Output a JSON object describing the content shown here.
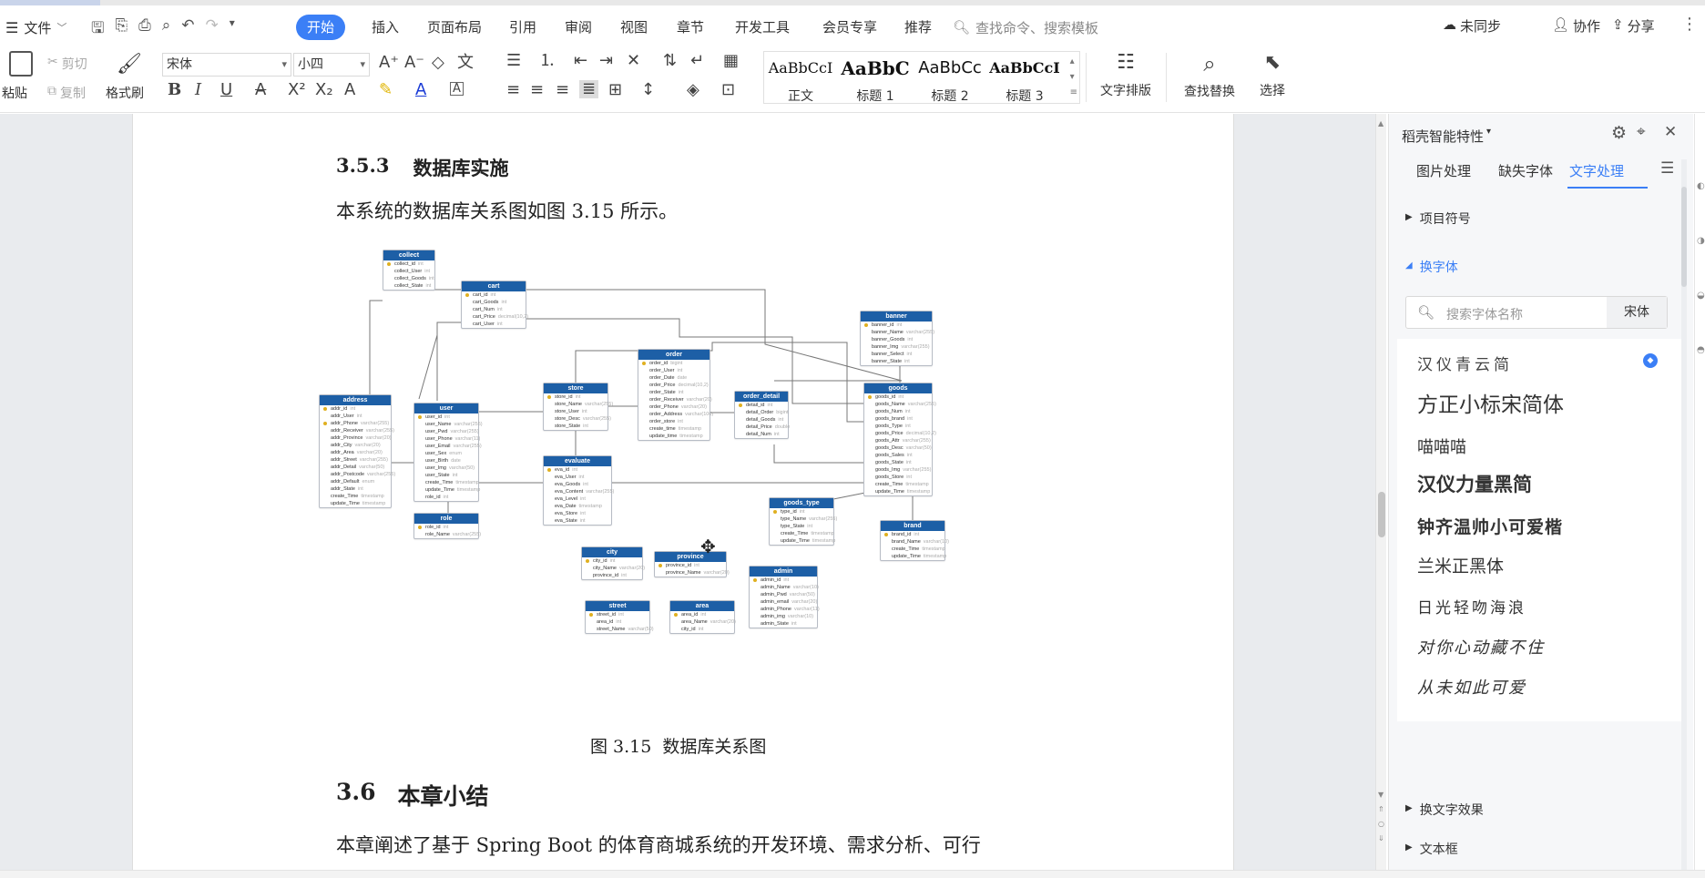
{
  "menu": {
    "file_label": "文件",
    "tabs": [
      "开始",
      "插入",
      "页面布局",
      "引用",
      "审阅",
      "视图",
      "章节",
      "开发工具",
      "会员专享",
      "推荐"
    ],
    "active_tab": "开始",
    "search_placeholder": "查找命令、搜索模板",
    "right": {
      "sync": "未同步",
      "collab": "协作",
      "share": "分享"
    }
  },
  "ribbon": {
    "paste": "粘贴",
    "cut": "剪切",
    "copy": "复制",
    "format_painter": "格式刷",
    "font_name": "宋体",
    "font_size": "小四",
    "styles": [
      {
        "preview": "AaBbCcI",
        "name": "正文"
      },
      {
        "preview": "AaBbC",
        "name": "标题 1"
      },
      {
        "preview": "AaBbCc",
        "name": "标题 2"
      },
      {
        "preview": "AaBbCcI",
        "name": "标题 3"
      }
    ],
    "text_layout": "文字排版",
    "find_replace": "查找替换",
    "select": "选择"
  },
  "document": {
    "heading_353_num": "3.5.3",
    "heading_353_text": "数据库实施",
    "para1": "本系统的数据库关系图如图 3.15 所示。",
    "figure_caption": "图 3.15  数据库关系图",
    "heading_36_num": "3.6",
    "heading_36_text": "本章小结",
    "para2": "本章阐述了基于 Spring Boot 的体育商城系统的开发环境、需求分析、可行"
  },
  "er_tables": [
    {
      "name": "collect",
      "rows": [
        [
          "collect_id",
          "int",
          1
        ],
        [
          "collect_User",
          "int",
          0
        ],
        [
          "collect_Goods",
          "int",
          0
        ],
        [
          "collect_State",
          "int",
          0
        ]
      ]
    },
    {
      "name": "cart",
      "rows": [
        [
          "cart_id",
          "int",
          1
        ],
        [
          "cart_Goods",
          "int",
          0
        ],
        [
          "cart_Num",
          "int",
          0
        ],
        [
          "cart_Price",
          "decimal(10,2)",
          0
        ],
        [
          "cart_User",
          "int",
          0
        ]
      ]
    },
    {
      "name": "banner",
      "rows": [
        [
          "banner_id",
          "int",
          1
        ],
        [
          "banner_Name",
          "varchar(255)",
          0
        ],
        [
          "banner_Goods",
          "int",
          0
        ],
        [
          "banner_Img",
          "varchar(255)",
          0
        ],
        [
          "banner_Select",
          "int",
          0
        ],
        [
          "banner_State",
          "int",
          0
        ]
      ]
    },
    {
      "name": "order",
      "rows": [
        [
          "order_id",
          "bigint",
          1
        ],
        [
          "order_User",
          "int",
          0
        ],
        [
          "order_Date",
          "date",
          0
        ],
        [
          "order_Price",
          "decimal(10,2)",
          0
        ],
        [
          "order_State",
          "int",
          0
        ],
        [
          "order_Receiver",
          "varchar(20)",
          0
        ],
        [
          "order_Phone",
          "varchar(20)",
          0
        ],
        [
          "order_Address",
          "varchar(100)",
          0
        ],
        [
          "order_store",
          "int",
          0
        ],
        [
          "create_time",
          "timestamp",
          0
        ],
        [
          "update_time",
          "timestamp",
          0
        ]
      ]
    },
    {
      "name": "store",
      "rows": [
        [
          "store_id",
          "int",
          1
        ],
        [
          "store_Name",
          "varchar(255)",
          0
        ],
        [
          "store_User",
          "int",
          0
        ],
        [
          "store_Desc",
          "varchar(255)",
          0
        ],
        [
          "store_State",
          "int",
          0
        ]
      ]
    },
    {
      "name": "order_detail",
      "rows": [
        [
          "detail_id",
          "int",
          1
        ],
        [
          "detail_Order",
          "bigint",
          0
        ],
        [
          "detail_Goods",
          "int",
          0
        ],
        [
          "detail_Price",
          "double",
          0
        ],
        [
          "detail_Num",
          "int",
          0
        ]
      ]
    },
    {
      "name": "goods",
      "rows": [
        [
          "goods_id",
          "int",
          1
        ],
        [
          "goods_Name",
          "varchar(255)",
          0
        ],
        [
          "goods_Num",
          "int",
          0
        ],
        [
          "goods_brand",
          "int",
          0
        ],
        [
          "goods_Type",
          "int",
          0
        ],
        [
          "goods_Price",
          "decimal(10,2)",
          0
        ],
        [
          "goods_Attr",
          "varchar(255)",
          0
        ],
        [
          "goods_Desc",
          "varchar(50)",
          0
        ],
        [
          "goods_Sales",
          "int",
          0
        ],
        [
          "goods_State",
          "int",
          0
        ],
        [
          "goods_Img",
          "varchar(255)",
          0
        ],
        [
          "goods_Store",
          "int",
          0
        ],
        [
          "create_Time",
          "timestamp",
          0
        ],
        [
          "update_Time",
          "timestamp",
          0
        ]
      ]
    },
    {
      "name": "address",
      "rows": [
        [
          "addr_id",
          "int",
          1
        ],
        [
          "addr_User",
          "int",
          0
        ],
        [
          "addr_Phone",
          "varchar(255)",
          1
        ],
        [
          "addr_Receiver",
          "varchar(255)",
          0
        ],
        [
          "addr_Province",
          "varchar(20)",
          0
        ],
        [
          "addr_City",
          "varchar(20)",
          0
        ],
        [
          "addr_Area",
          "varchar(20)",
          0
        ],
        [
          "addr_Street",
          "varchar(255)",
          0
        ],
        [
          "addr_Detail",
          "varchar(50)",
          0
        ],
        [
          "addr_Postcode",
          "varchar(255)",
          0
        ],
        [
          "addr_Default",
          "enum",
          0
        ],
        [
          "addr_State",
          "int",
          0
        ],
        [
          "create_Time",
          "timestamp",
          0
        ],
        [
          "update_Time",
          "timestamp",
          0
        ]
      ]
    },
    {
      "name": "user",
      "rows": [
        [
          "user_id",
          "int",
          1
        ],
        [
          "user_Name",
          "varchar(255)",
          0
        ],
        [
          "user_Pwd",
          "varchar(255)",
          0
        ],
        [
          "user_Phone",
          "varchar(11)",
          0
        ],
        [
          "user_Email",
          "varchar(255)",
          0
        ],
        [
          "user_Sex",
          "enum",
          0
        ],
        [
          "user_Birth",
          "date",
          0
        ],
        [
          "user_Img",
          "varchar(50)",
          0
        ],
        [
          "user_State",
          "int",
          0
        ],
        [
          "create_Time",
          "timestamp",
          0
        ],
        [
          "update_Time",
          "timestamp",
          0
        ],
        [
          "role_id",
          "int",
          0
        ]
      ]
    },
    {
      "name": "evaluate",
      "rows": [
        [
          "eva_id",
          "int",
          1
        ],
        [
          "eva_User",
          "int",
          0
        ],
        [
          "eva_Goods",
          "int",
          0
        ],
        [
          "eva_Content",
          "varchar(255)",
          0
        ],
        [
          "eva_Level",
          "int",
          0
        ],
        [
          "eva_Date",
          "timestamp",
          0
        ],
        [
          "eva_Store",
          "int",
          0
        ],
        [
          "eva_State",
          "int",
          0
        ]
      ]
    },
    {
      "name": "goods_type",
      "rows": [
        [
          "type_id",
          "int",
          1
        ],
        [
          "type_Name",
          "varchar(255)",
          0
        ],
        [
          "type_State",
          "int",
          0
        ],
        [
          "create_Time",
          "timestamp",
          0
        ],
        [
          "update_Time",
          "timestamp",
          0
        ]
      ]
    },
    {
      "name": "brand",
      "rows": [
        [
          "brand_id",
          "int",
          1
        ],
        [
          "brand_Name",
          "varchar(10)",
          0
        ],
        [
          "create_Time",
          "timestamp",
          0
        ],
        [
          "update_Time",
          "timestamp",
          0
        ]
      ]
    },
    {
      "name": "role",
      "rows": [
        [
          "role_id",
          "int",
          1
        ],
        [
          "role_Name",
          "varchar(255)",
          0
        ]
      ]
    },
    {
      "name": "city",
      "rows": [
        [
          "city_id",
          "int",
          1
        ],
        [
          "city_Name",
          "varchar(20)",
          0
        ],
        [
          "province_id",
          "int",
          0
        ]
      ]
    },
    {
      "name": "province",
      "rows": [
        [
          "province_id",
          "int",
          1
        ],
        [
          "province_Name",
          "varchar(20)",
          0
        ]
      ]
    },
    {
      "name": "admin",
      "rows": [
        [
          "admin_id",
          "int",
          1
        ],
        [
          "admin_Name",
          "varchar(10)",
          0
        ],
        [
          "admin_Pwd",
          "varchar(50)",
          0
        ],
        [
          "admin_email",
          "varchar(20)",
          0
        ],
        [
          "admin_Phone",
          "varchar(11)",
          0
        ],
        [
          "admin_img",
          "varchar(10)",
          0
        ],
        [
          "admin_State",
          "int",
          0
        ]
      ]
    },
    {
      "name": "street",
      "rows": [
        [
          "street_id",
          "int",
          1
        ],
        [
          "area_id",
          "int",
          0
        ],
        [
          "street_Name",
          "varchar(50)",
          0
        ]
      ]
    },
    {
      "name": "area",
      "rows": [
        [
          "area_id",
          "int",
          1
        ],
        [
          "area_Name",
          "varchar(20)",
          0
        ],
        [
          "city_id",
          "int",
          0
        ]
      ]
    }
  ],
  "panel": {
    "title": "稻壳智能特性",
    "tabs": [
      "图片处理",
      "缺失字体",
      "文字处理"
    ],
    "active_tab": "文字处理",
    "section_bullets": "项目符号",
    "section_font": "换字体",
    "font_search_placeholder": "搜索字体名称",
    "current_font": "宋体",
    "fonts": [
      "汉仪青云简",
      "方正小标宋简体",
      "喵喵喵",
      "汉仪力量黑简",
      "钟齐温帅小可爱楷",
      "兰米正黑体",
      "日光轻吻海浪",
      "对你心动藏不住",
      "从未如此可爱"
    ],
    "section_text_effect": "换文字效果",
    "section_textbox": "文本框",
    "accent_color": "#3b7ff6"
  }
}
